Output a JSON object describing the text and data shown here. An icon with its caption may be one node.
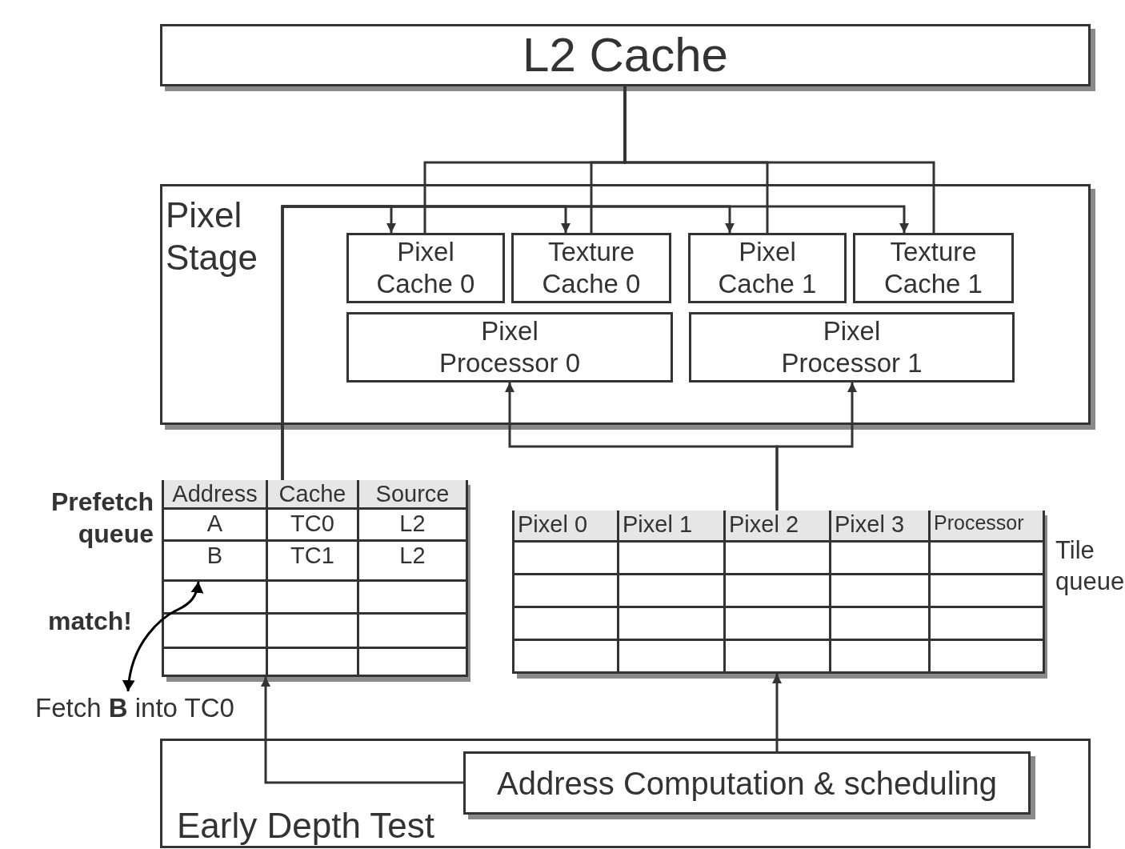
{
  "diagram": {
    "nodes": [
      {
        "text": [
          "L2 Cache"
        ]
      },
      {
        "text": [
          "Pixel Stage"
        ]
      },
      {
        "text": [
          "Pixel Cache 0"
        ],
        "in": 1
      },
      {
        "text": [
          "Texture Cache 0"
        ],
        "in": 1
      },
      {
        "text": [
          "Pixel Cache 1"
        ],
        "in": 1
      },
      {
        "text": [
          "Texture Cache 1"
        ],
        "in": 1
      },
      {
        "text": [
          "Pixel Processor 0"
        ],
        "in": 1
      },
      {
        "text": [
          "Pixel Processor 1"
        ],
        "in": 1
      },
      {
        "text": [
          "Prefetch queue"
        ]
      },
      {
        "text": [
          "Tile queue"
        ]
      },
      {
        "text": [
          "Early Depth Test"
        ]
      },
      {
        "text": [
          "Address Computation & scheduling"
        ],
        "in": 10
      },
      {
        "text": [
          "Fetch **B** into TC0"
        ]
      },
      {
        "text": [
          "B"
        ],
        "in": 8
      }
    ],
    "edges": [
      {
        "from": 0,
        "to": 2,
        "arrow": "none"
      },
      {
        "from": 0,
        "to": 3,
        "arrow": "none"
      },
      {
        "from": 0,
        "to": 4,
        "arrow": "none"
      },
      {
        "from": 0,
        "to": 5,
        "arrow": "none"
      },
      {
        "from": 8,
        "to": 2,
        "arrow": "to"
      },
      {
        "from": 8,
        "to": 3,
        "arrow": "to"
      },
      {
        "from": 8,
        "to": 4,
        "arrow": "to"
      },
      {
        "from": 8,
        "to": 5,
        "arrow": "to"
      },
      {
        "from": 9,
        "to": 6,
        "arrow": "to"
      },
      {
        "from": 9,
        "to": 7,
        "arrow": "to"
      },
      {
        "from": 11,
        "to": 8,
        "arrow": "to"
      },
      {
        "from": 11,
        "to": 9,
        "arrow": "to"
      },
      {
        "from": 12,
        "to": 13,
        "arrow": "both",
        "label": "match!",
        "color": "#000000"
      }
    ],
    "labels": [
      "Address",
      "Cache",
      "Source",
      "A",
      "TC0",
      "L2",
      "TC1",
      "L2",
      "Pixel 0",
      "Pixel 1",
      "Pixel 2",
      "Pixel 3",
      "Processor"
    ]
  }
}
